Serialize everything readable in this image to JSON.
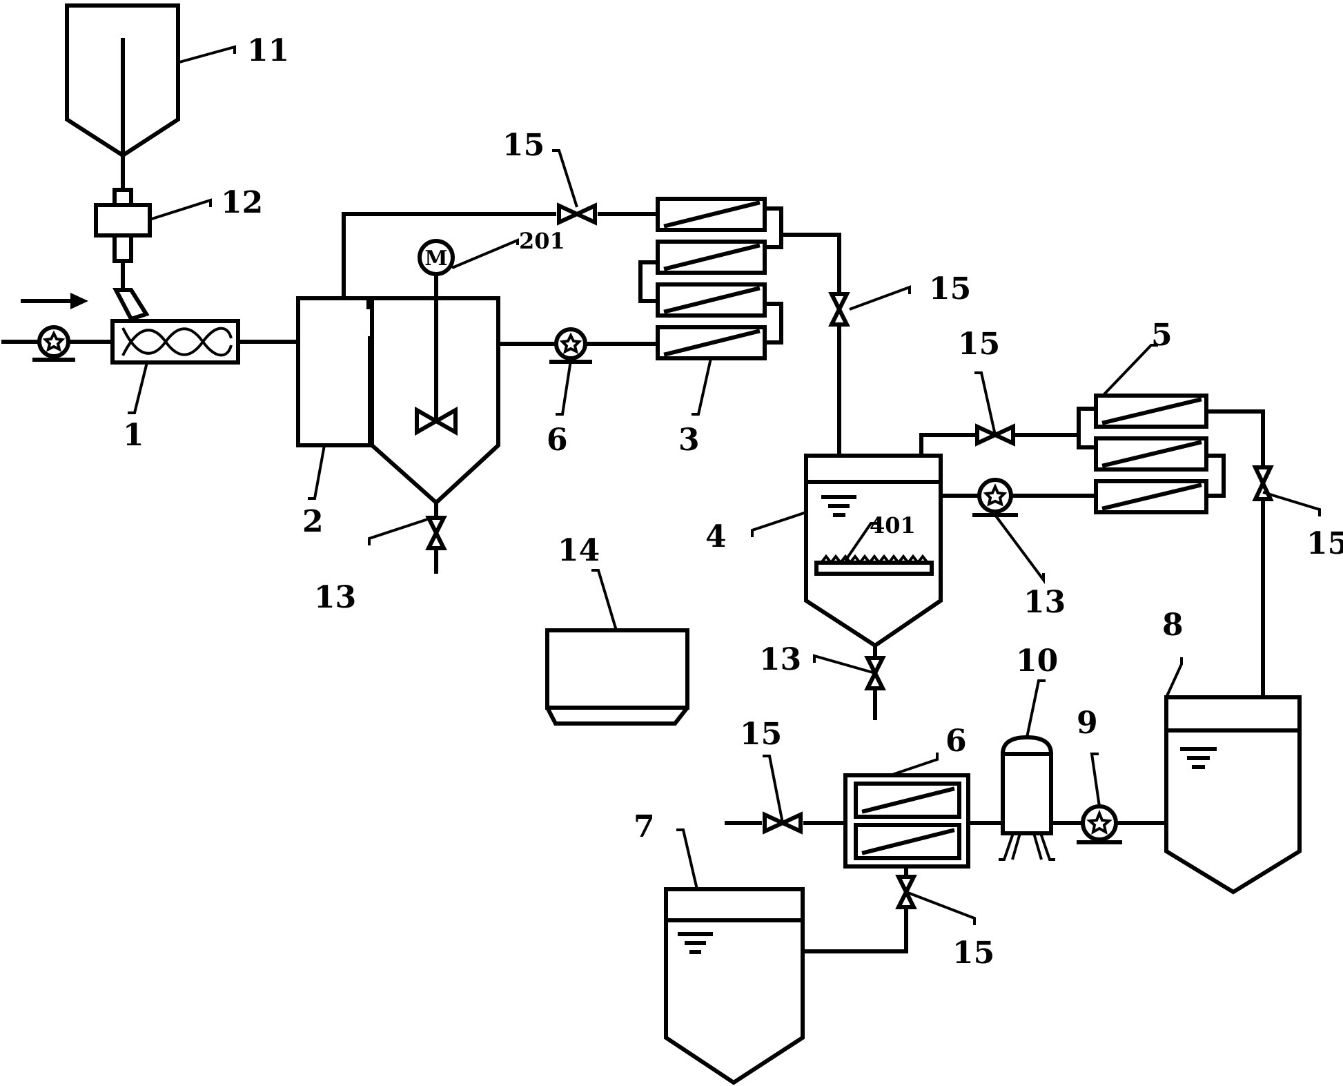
{
  "labels": {
    "l1": "1",
    "l2": "2",
    "l3": "3",
    "l4": "4",
    "l5": "5",
    "l6a": "6",
    "l6b": "6",
    "l7": "7",
    "l8": "8",
    "l9": "9",
    "l10": "10",
    "l11": "11",
    "l12": "12",
    "l13a": "13",
    "l13b": "13",
    "l13c": "13",
    "l14": "14",
    "l15a": "15",
    "l15b": "15",
    "l15c": "15",
    "l15d": "15",
    "l15e": "15",
    "l15f": "15",
    "l201": "201",
    "l401": "401"
  },
  "motor_symbol": "M",
  "icons": {
    "pump": "pump-icon",
    "valve": "valve-icon",
    "flow_arrow": "arrow-right-icon"
  }
}
